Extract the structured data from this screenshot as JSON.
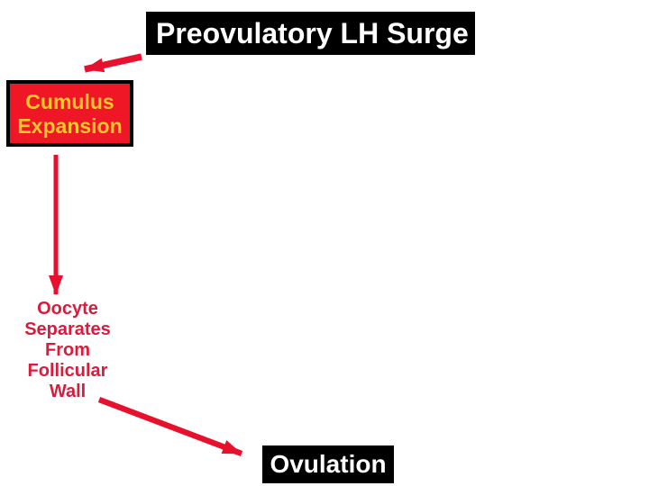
{
  "slide": {
    "title_box": {
      "label": "Preovulatory LH Surge"
    },
    "cumulus_box": {
      "lines": [
        "Cumulus",
        "Expansion"
      ]
    },
    "oocyte_label": {
      "lines": [
        "Oocyte",
        "Separates",
        "From",
        "Follicular",
        "Wall"
      ]
    },
    "ovulation_box": {
      "label": "Ovulation"
    },
    "arrows": [
      {
        "name": "lh-surge-to-cumulus-arrow",
        "from": "Preovulatory LH Surge",
        "to": "Cumulus Expansion"
      },
      {
        "name": "cumulus-to-oocyte-arrow",
        "from": "Cumulus Expansion",
        "to": "Oocyte Separates From Follicular Wall"
      },
      {
        "name": "oocyte-to-ovulation-arrow",
        "from": "Oocyte Separates From Follicular Wall",
        "to": "Ovulation"
      }
    ],
    "colors": {
      "background": "#FFFFFF",
      "black_box_bg": "#000000",
      "black_box_text": "#FFFFFF",
      "red_box_fill": "#EF1626",
      "red_box_border": "#000000",
      "yellow_text": "#FFC828",
      "arrow_red": "#E8112D",
      "red_text": "#D91C3C"
    }
  }
}
